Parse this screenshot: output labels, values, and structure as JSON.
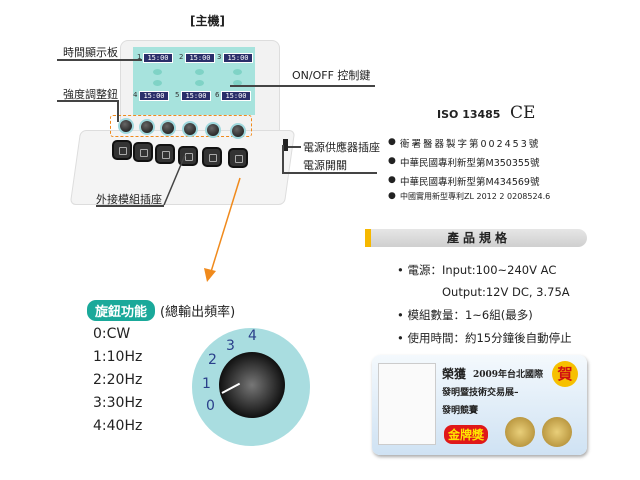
{
  "title": "[主機]",
  "callouts": {
    "time_display": "時間顯示板",
    "intensity_knob": "強度調整鈕",
    "external_socket": "外接模組插座",
    "onoff_key": "ON/OFF 控制鍵",
    "power_socket": "電源供應器插座",
    "power_switch": "電源開關"
  },
  "displays": [
    {
      "num": "1",
      "time": "15:00"
    },
    {
      "num": "2",
      "time": "15:00"
    },
    {
      "num": "3",
      "time": "15:00"
    },
    {
      "num": "4",
      "time": "15:00"
    },
    {
      "num": "5",
      "time": "15:00"
    },
    {
      "num": "6",
      "time": "15:00"
    }
  ],
  "certifications": {
    "iso": "ISO 13485",
    "ce": "CE",
    "items": [
      "衛署醫器製字第002453號",
      "中華民國專利新型第M350355號",
      "中華民國專利新型第M434569號",
      "中國實用新型專利ZL 2012 2 0208524.6"
    ]
  },
  "specs": {
    "header": "產品規格",
    "items": [
      "• 電源：Input:100~240V AC",
      "Output:12V DC, 3.75A",
      "• 模組數量：1~6組(最多)",
      "• 使用時間：約15分鐘後自動停止"
    ]
  },
  "knob_function": {
    "badge": "旋鈕功能",
    "subtitle": "(總輸出頻率)",
    "options": [
      "0:CW",
      "1:10Hz",
      "2:20Hz",
      "3:30Hz",
      "4:40Hz"
    ],
    "dial_ticks": [
      "0",
      "1",
      "2",
      "3",
      "4"
    ],
    "current_setting": "0"
  },
  "award": {
    "line1_prefix": "榮獲",
    "line1": "2009年台北國際",
    "line2": "發明暨技術交易展–",
    "line3": "發明競賽",
    "medal": "金牌獎",
    "congrats": "賀"
  },
  "colors": {
    "teal": "#1aa99a",
    "orange": "#f08a1c",
    "dial": "#a9dde0",
    "screen": "#a7e3dd",
    "award_bg": "#dcebf7"
  }
}
